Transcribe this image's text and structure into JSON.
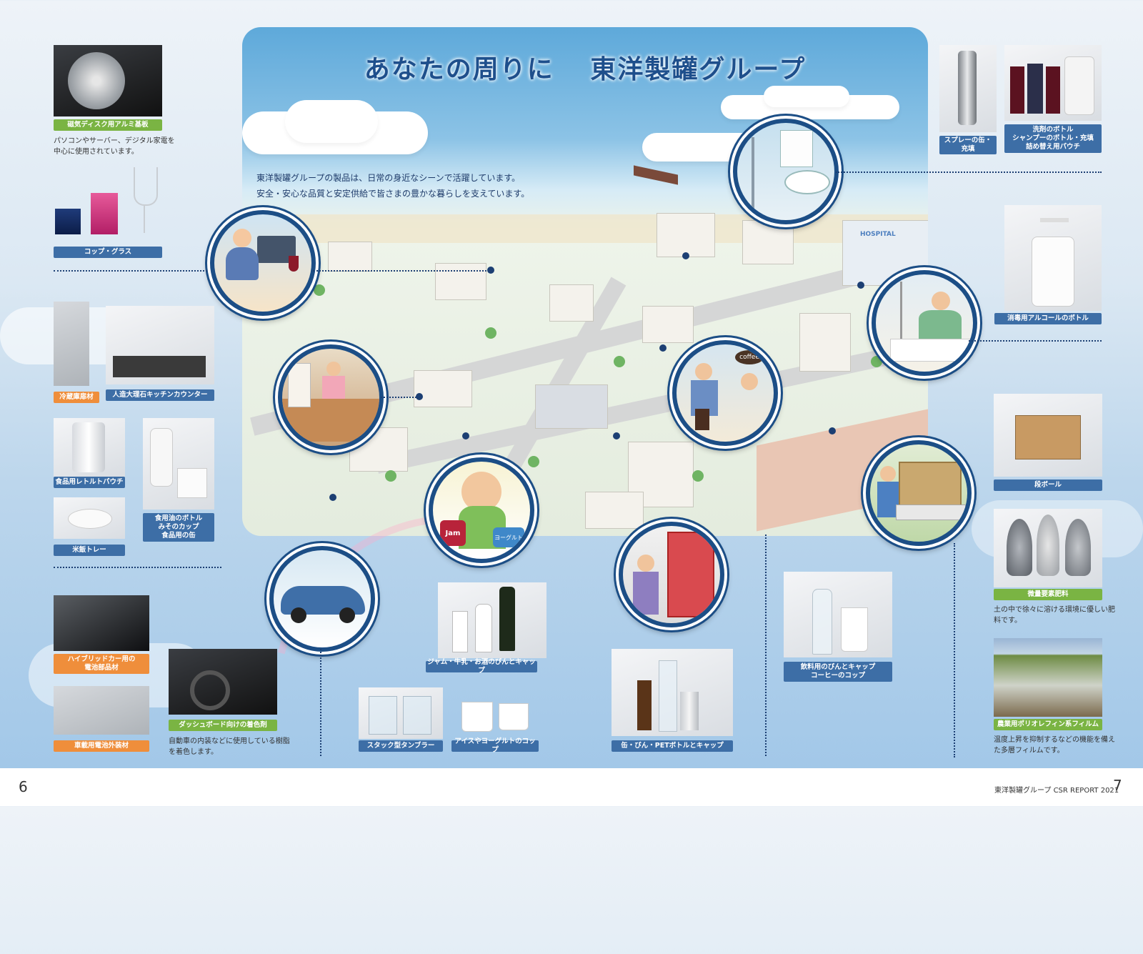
{
  "map": {
    "title_left": "あなたの周りに",
    "title_right": "東洋製罐グループ",
    "intro_line1": "東洋製罐グループの製品は、日常の身近なシーンで活躍しています。",
    "intro_line2": "安全・安心な品質と安定供給で皆さまの豊かな暮らしを支えています。",
    "hospital_sign": "HOSPITAL",
    "coffee_sign": "coffee",
    "jam_label": "Jam",
    "yogurt_label": "ヨーグルト"
  },
  "left": {
    "hdd_label": "磁気ディスク用アルミ基板",
    "hdd_desc_1": "パソコンやサーバー、デジタル家電を",
    "hdd_desc_2": "中心に使用されています。",
    "glass_label": "コップ・グラス",
    "fridge_label": "冷蔵庫扉材",
    "kitchen_label": "人造大理石キッチンカウンター",
    "pouch_label": "食品用レトルトパウチ",
    "oil_label_1": "食用油のボトル",
    "oil_label_2": "みそのカップ",
    "oil_label_3": "食品用の缶",
    "rice_label": "米飯トレー",
    "hybrid_label_1": "ハイブリッドカー用の",
    "hybrid_label_2": "電池部品材",
    "dashboard_label": "ダッシュボード向けの着色剤",
    "dashboard_desc_1": "自動車の内装などに使用している樹脂",
    "dashboard_desc_2": "を着色します。",
    "battery_label": "車載用電池外装材"
  },
  "bottom": {
    "jam_bottle_label": "ジャム・牛乳・お酒のびんとキャップ",
    "tumbler_label": "スタック型タンブラー",
    "ice_cup_label": "アイスやヨーグルトのコップ",
    "pet_label": "缶・びん・PETボトルとキャップ",
    "drink_label_1": "飲料用のびんとキャップ",
    "drink_label_2": "コーヒーのコップ"
  },
  "right": {
    "spray_label_1": "スプレーの缶・",
    "spray_label_2": "充填",
    "detergent_label_1": "洗剤のボトル",
    "detergent_label_2": "シャンプーのボトル・充填",
    "detergent_label_3": "詰め替え用パウチ",
    "alcohol_label": "消毒用アルコールのボトル",
    "cardboard_label": "段ボール",
    "fertilizer_label": "微量要素肥料",
    "fertilizer_desc_1": "土の中で徐々に溶ける環境に優しい肥",
    "fertilizer_desc_2": "料です。",
    "film_label": "農業用ポリオレフィン系フィルム",
    "film_desc_1": "温度上昇を抑制するなどの機能を備え",
    "film_desc_2": "た多層フィルムです。"
  },
  "footer": {
    "page_left": "6",
    "page_right": "7",
    "report": "東洋製罐グループ  CSR REPORT 2021"
  },
  "colors": {
    "navy_label": "#3d6ea6",
    "green_label": "#7ab443",
    "orange_label": "#ef8e3b",
    "title_blue": "#1e4f8c"
  }
}
